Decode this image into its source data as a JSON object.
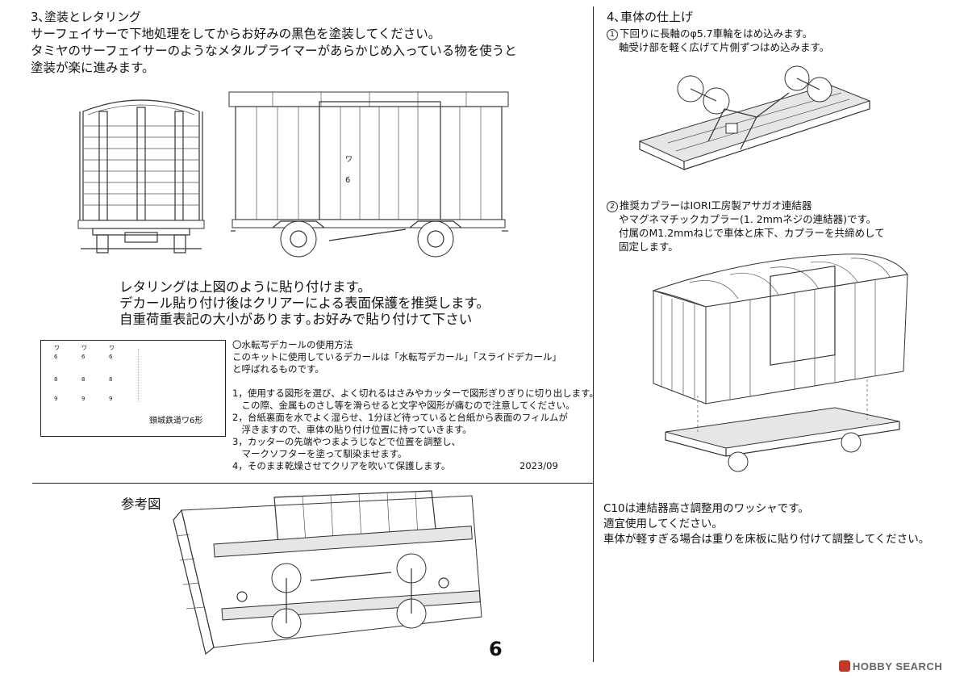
{
  "section3": {
    "heading": "3､塗装とレタリング",
    "lines": [
      "サーフェイサーで下地処理をしてからお好みの黒色を塗装してください。",
      "タミヤのサーフェイサーのようなメタルプライマーがあらかじめ入っている物を使うと",
      "塗装が楽に進みます。"
    ],
    "lettering_lines": [
      "レタリングは上図のように貼り付けます。",
      "デカール貼り付け後はクリアーによる表面保護を推奨します。",
      "自重荷重表記の大小があります｡お好みで貼り付けて下さい"
    ]
  },
  "wagon_markings": {
    "kana": "ワ",
    "number": "6"
  },
  "decal_sheet": {
    "kana_row": [
      "ワ",
      "ワ",
      "ワ"
    ],
    "row1": [
      "6",
      "6",
      "6"
    ],
    "row2": [
      "8",
      "8",
      "8"
    ],
    "row3": [
      "9",
      "9",
      "9"
    ],
    "title": "頸城鉄道ワ6形"
  },
  "decal_instructions": {
    "heading": "〇水転写デカールの使用方法",
    "intro": [
      "このキットに使用しているデカールは「水転写デカール」「スライドデカール」",
      "と呼ばれるものです。"
    ],
    "steps": [
      "1，使用する図形を選び、よく切れるはさみやカッターで図形ぎりぎりに切り出します。",
      "　この際、金属ものさし等を滑らせると文字や図形が痛むので注意してください。",
      "2，台紙裏面を水でよく湿らせ、1分ほど待っていると台紙から表面のフィルムが",
      "　浮きますので、車体の貼り付け位置に持っていきます。",
      "3，カッターの先端やつまようじなどで位置を調整し、",
      "　マークソフターを塗って馴染ませます。",
      "4，そのまま乾燥させてクリアを吹いて保護します。"
    ],
    "date": "2023/09"
  },
  "reference": {
    "label": "参考図"
  },
  "page_number": "6",
  "section4": {
    "heading": "4､車体の仕上げ",
    "step1": {
      "marker": "1",
      "lines": [
        "下回りに長軸のφ5.7車輪をはめ込みます。",
        "軸受け部を軽く広げて片側ずつはめ込みます。"
      ]
    },
    "step2": {
      "marker": "2",
      "lines": [
        "推奨カプラーはIORI工房製アサガオ連結器",
        "やマグネマチックカプラー(1. 2mmネジの連結器)です。",
        "付属のM1.2mmねじで車体と床下、カプラーを共締めして",
        "固定します。"
      ]
    },
    "washer_lines": [
      "C10は連結器高さ調整用のワッシャです。",
      "適宜使用してください。",
      "車体が軽すぎる場合は重りを床板に貼り付けて調整してください。"
    ]
  },
  "watermark": {
    "text": "HOBBY SEARCH"
  }
}
